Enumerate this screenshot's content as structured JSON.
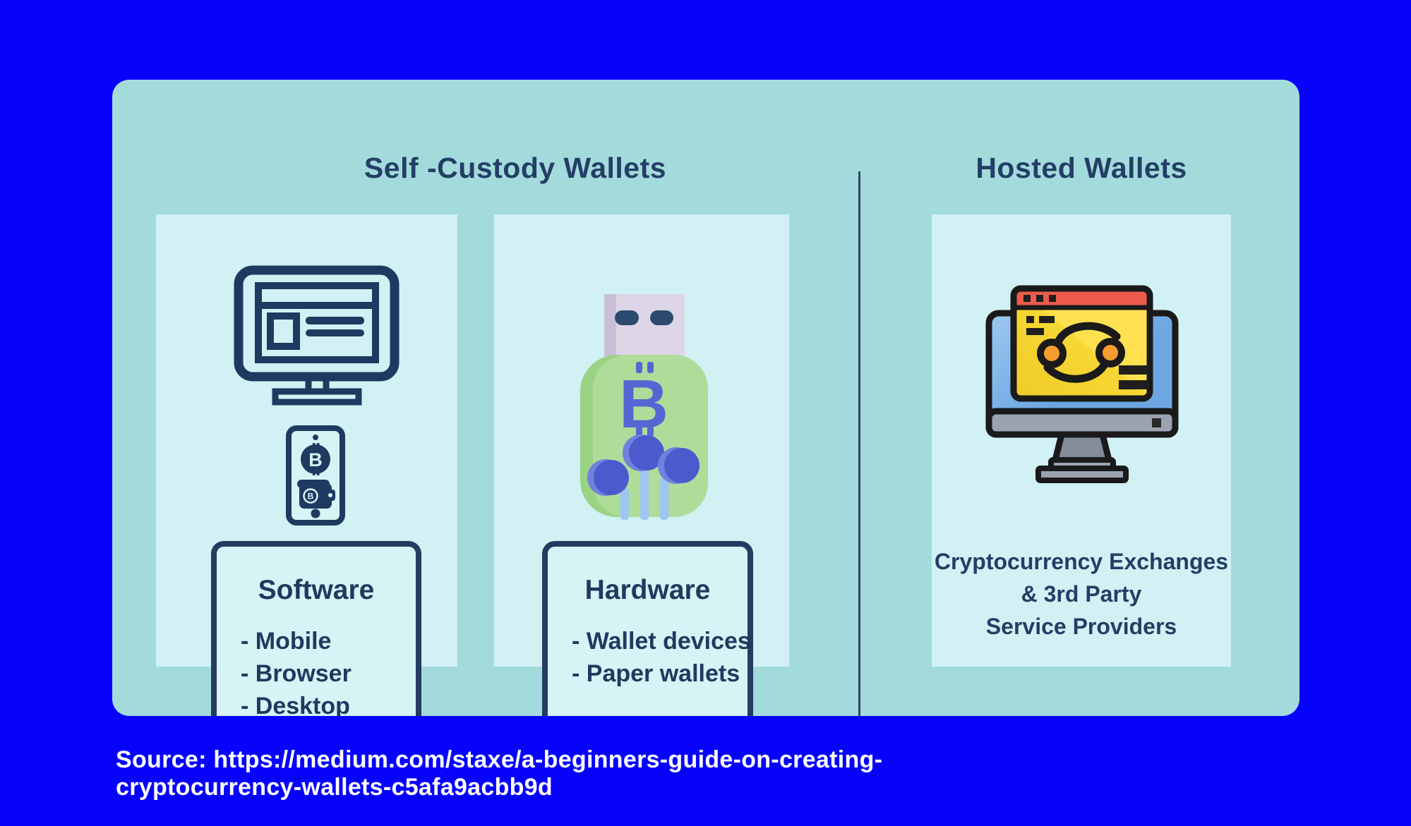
{
  "colors": {
    "background": "#0703fb",
    "card": "#a3dbdc",
    "panel": "#d1f1f4",
    "navy_text": "#243e66",
    "icon_navy": "#1f3a60",
    "box_border": "#233c5f",
    "divider": "#2f4566",
    "source_text": "#ffffff",
    "usb_plug_lavender": "#dcd6e7",
    "usb_body_green": "#aedd9a",
    "circuit_line_blue": "#9fc6f0",
    "circuit_node_purple": "#4b5bcd",
    "bitcoin_purple": "#5667d4",
    "browser_bar_red": "#ed5b4c",
    "browser_body_yellow": "#f7d733",
    "screen_blue": "#6ca7e3",
    "bezel_gray": "#9ba3b0",
    "accent_orange": "#f59e2d",
    "outline_black": "#1a1a1a"
  },
  "sections": {
    "self_custody": {
      "title": "Self -Custody Wallets",
      "software": {
        "box_title": "Software",
        "items": [
          "- Mobile",
          "- Browser",
          "- Desktop"
        ],
        "icons": [
          "desktop-computer-icon",
          "mobile-bitcoin-wallet-icon"
        ]
      },
      "hardware": {
        "box_title": "Hardware",
        "items": [
          "- Wallet devices",
          "- Paper wallets"
        ],
        "icons": [
          "usb-hardware-wallet-icon"
        ]
      }
    },
    "hosted": {
      "title": "Hosted Wallets",
      "description_lines": [
        "Cryptocurrency Exchanges",
        "& 3rd Party",
        "Service Providers"
      ],
      "icons": [
        "crypto-exchange-monitor-icon"
      ]
    }
  },
  "icons": {
    "bitcoin_glyph": "B"
  },
  "source": {
    "line1": "Source: https://medium.com/staxe/a-beginners-guide-on-creating-",
    "line2": "cryptocurrency-wallets-c5afa9acbb9d"
  }
}
